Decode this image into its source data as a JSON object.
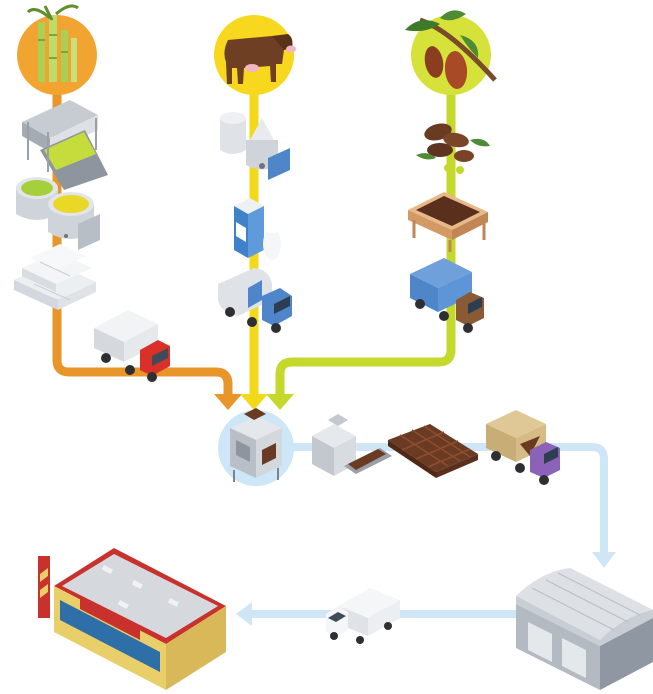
{
  "colors": {
    "sugar_flow": "#e8962a",
    "milk_flow": "#f2d91a",
    "cocoa_flow": "#c5d92c",
    "production_flow": "#cfe6f7",
    "sugar_circle": "#f2a431",
    "milk_circle": "#f7d81e",
    "cocoa_circle": "#d6e23a",
    "factory_circle": "#cde6f8",
    "truck_red": "#d9302a",
    "truck_blue": "#4f86c9",
    "truck_purple": "#8a62b8",
    "chocolate": "#6b3a22",
    "store_red": "#c9312c"
  },
  "stages": {
    "sources": [
      {
        "id": "sugarcane",
        "icon": "sugarcane-icon"
      },
      {
        "id": "cow",
        "icon": "cow-icon"
      },
      {
        "id": "cocoa",
        "icon": "cocoa-pod-icon"
      }
    ],
    "processing": [
      {
        "id": "sugar-washer",
        "icon": "conveyor-machine-icon"
      },
      {
        "id": "sugar-vats",
        "icon": "vats-icon"
      },
      {
        "id": "sugar-bags",
        "icon": "sugar-bags-icon"
      },
      {
        "id": "sugar-truck",
        "icon": "red-truck-icon"
      },
      {
        "id": "milk-separator",
        "icon": "separator-tank-icon"
      },
      {
        "id": "milk-carton",
        "icon": "milk-carton-icon"
      },
      {
        "id": "milk-tanker",
        "icon": "milk-tanker-truck-icon"
      },
      {
        "id": "cocoa-beans",
        "icon": "cocoa-beans-icon"
      },
      {
        "id": "cocoa-drying",
        "icon": "drying-tray-icon"
      },
      {
        "id": "cocoa-truck",
        "icon": "blue-truck-icon"
      }
    ],
    "production": [
      {
        "id": "mixing-machine",
        "icon": "mixing-machine-icon"
      },
      {
        "id": "tempering-machine",
        "icon": "tempering-machine-icon"
      },
      {
        "id": "chocolate-bar",
        "icon": "chocolate-bar-icon"
      },
      {
        "id": "delivery-truck",
        "icon": "purple-truck-icon"
      }
    ],
    "distribution": [
      {
        "id": "warehouse",
        "icon": "warehouse-icon"
      },
      {
        "id": "delivery-van",
        "icon": "van-icon"
      },
      {
        "id": "retail-store",
        "icon": "supermarket-icon"
      }
    ]
  }
}
